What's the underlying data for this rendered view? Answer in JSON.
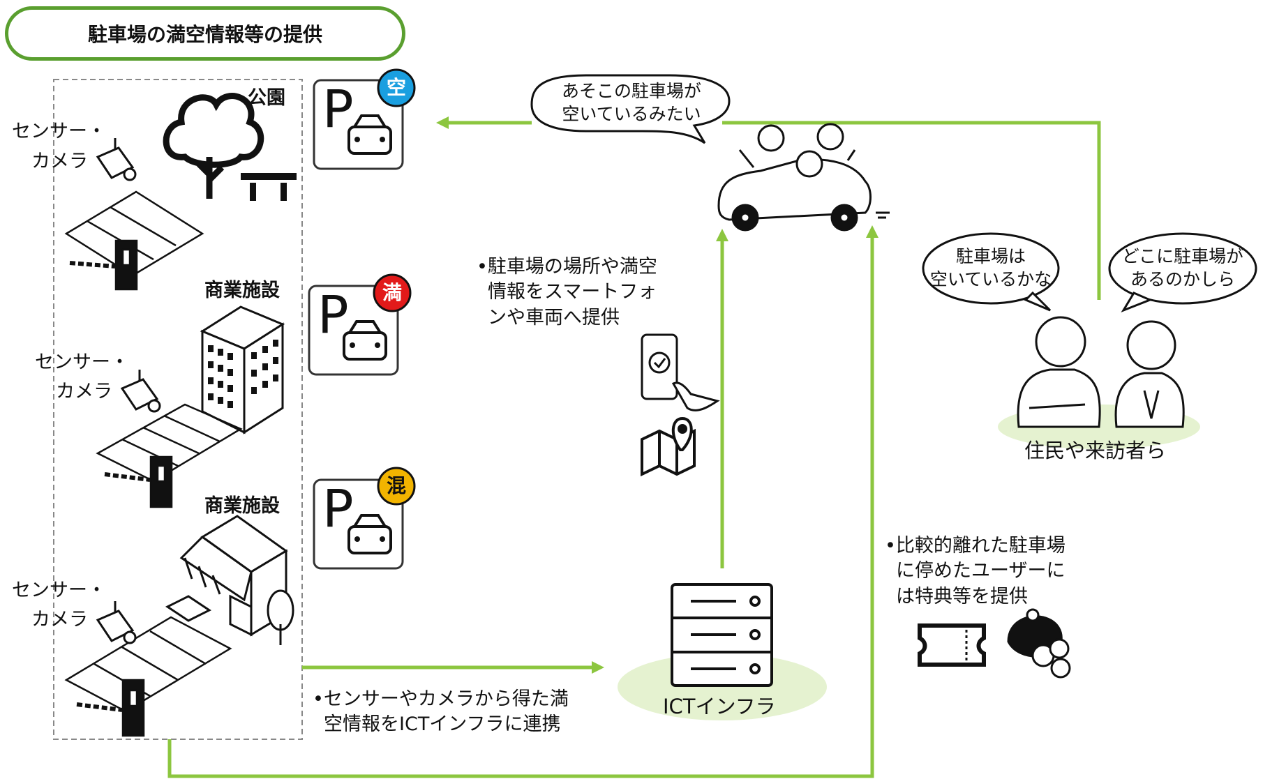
{
  "title": "駐車場の満空情報等の提供",
  "sites": [
    {
      "label": "公園",
      "badge": "空",
      "badge_color": "#1a9fe0"
    },
    {
      "label": "商業施設",
      "badge": "満",
      "badge_color": "#e21a1a"
    },
    {
      "label": "商業施設",
      "badge": "混",
      "badge_color": "#f2b400"
    }
  ],
  "sensor_label_line1": "センサー・",
  "sensor_label_line2": "カメラ",
  "parking_letter": "P",
  "car_bubble": {
    "line1": "あそこの駐車場が",
    "line2": "空いているみたい"
  },
  "resident_bubble_1": {
    "line1": "駐車場は",
    "line2": "空いているかな"
  },
  "resident_bubble_2": {
    "line1": "どこに駐車場が",
    "line2": "あるのかしら"
  },
  "residents_label": "住民や来訪者ら",
  "bullet_smartphone": [
    "•駐車場の場所や満空",
    "情報をスマートフォ",
    "ンや車両へ提供"
  ],
  "bullet_sensor": [
    "•センサーやカメラから得た満",
    "空情報をICTインフラに連携"
  ],
  "bullet_benefit": [
    "•比較的離れた駐車場",
    "に停めたユーザーに",
    "は特典等を提供"
  ],
  "ict_label": "ICTインフラ",
  "colors": {
    "arrow": "#8cc63f",
    "pill_border": "#5a9f2f",
    "ellipse": "#e5f2d0"
  }
}
